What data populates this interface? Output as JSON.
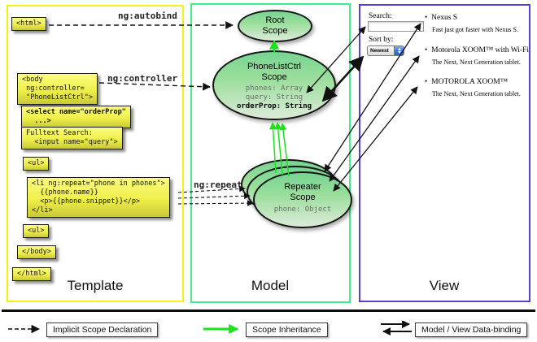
{
  "panels": {
    "template": "Template",
    "model": "Model",
    "view": "View"
  },
  "code_boxes": {
    "html_open": "<html>",
    "body_open": "<body\n ng:controller=\n \"PhoneListCtrl\">",
    "select": "<select name=\"orderProp\"\n  ...>",
    "fulltext": "Fulltext Search:\n  <input name=\"query\">",
    "ul_open": "<ul>",
    "li_repeat": "<li ng:repeat=\"phone in phones\">\n  {{phone.name}}\n  <p>{{phone.snippet}}</p>\n</li>",
    "ul_close": "<ul>",
    "body_close": "</body>",
    "html_close": "</html>"
  },
  "edge_labels": {
    "autobind": "ng:autobind",
    "controller": "ng:controller",
    "repeat": "ng:repeat"
  },
  "scopes": {
    "root": {
      "name": "Root\nScope"
    },
    "phonelist": {
      "name": "PhoneListCtrl\nScope",
      "prop1": "phones: Array",
      "prop2": "query: String",
      "prop3": "orderProp: String"
    },
    "repeater": {
      "name": "Repeater\nScope",
      "prop1": "phone: Object"
    }
  },
  "view": {
    "search_label": "Search:",
    "search_value": "",
    "sort_label": "Sort by:",
    "sort_value": "Newest",
    "items": [
      {
        "title": "Nexus S",
        "desc": "Fast just got faster with Nexus S."
      },
      {
        "title": "Motorola XOOM™ with Wi-Fi",
        "desc": "The Next, Next Generation tablet."
      },
      {
        "title": "MOTOROLA XOOM™",
        "desc": "The Next, Next Generation tablet."
      }
    ]
  },
  "legend": {
    "implicit": "Implicit Scope Declaration",
    "inheritance": "Scope Inheritance",
    "databinding": "Model / View Data-binding"
  },
  "colors": {
    "template_border": "#f2f215",
    "model_border": "#43ea8f",
    "view_border": "#5b3fd6",
    "code_box_yellow": "#efef4a",
    "scope_green": "#77d492",
    "inheritance_arrow": "#1be21b",
    "arrow_black": "#111111",
    "dropdown_stepper_blue": "#3a78e8"
  }
}
